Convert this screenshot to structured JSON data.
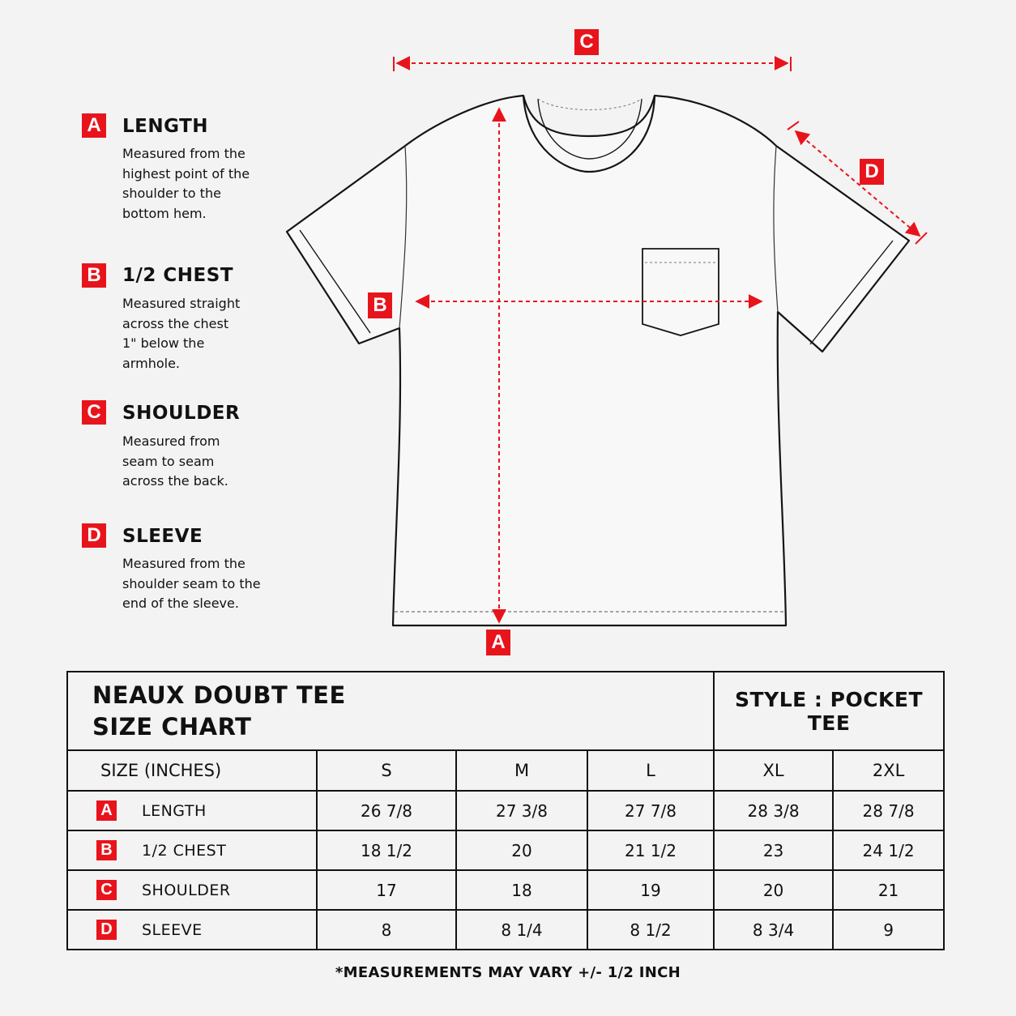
{
  "legend": [
    {
      "letter": "A",
      "title": "LENGTH",
      "desc": "Measured from the\nhighest point of the\nshoulder to the\nbottom hem."
    },
    {
      "letter": "B",
      "title": "1/2 CHEST",
      "desc": "Measured straight\nacross the chest\n1\" below the\narmhole."
    },
    {
      "letter": "C",
      "title": "SHOULDER",
      "desc": "Measured from\nseam to seam\nacross the back."
    },
    {
      "letter": "D",
      "title": "SLEEVE",
      "desc": "Measured from the\nshoulder seam to the\nend of the sleeve."
    }
  ],
  "diagram": {
    "markers": {
      "length": "A",
      "chest": "B",
      "shoulder": "C",
      "sleeve": "D"
    }
  },
  "colors": {
    "accent": "#e8141c",
    "ink": "#111111",
    "background": "#f3f3f3"
  },
  "table": {
    "title_line1": "NEAUX DOUBT TEE",
    "title_line2": "SIZE CHART",
    "style_label": "STYLE :  POCKET TEE",
    "size_header": "SIZE (INCHES)",
    "sizes": [
      "S",
      "M",
      "L",
      "XL",
      "2XL"
    ],
    "rows": [
      {
        "letter": "A",
        "name": "LENGTH",
        "values": [
          "26 7/8",
          "27 3/8",
          "27 7/8",
          "28 3/8",
          "28 7/8"
        ]
      },
      {
        "letter": "B",
        "name": "1/2 CHEST",
        "values": [
          "18 1/2",
          "20",
          "21 1/2",
          "23",
          "24 1/2"
        ]
      },
      {
        "letter": "C",
        "name": "SHOULDER",
        "values": [
          "17",
          "18",
          "19",
          "20",
          "21"
        ]
      },
      {
        "letter": "D",
        "name": "SLEEVE",
        "values": [
          "8",
          "8 1/4",
          "8 1/2",
          "8 3/4",
          "9"
        ]
      }
    ]
  },
  "footnote": "*MEASUREMENTS MAY VARY +/- 1/2 INCH"
}
